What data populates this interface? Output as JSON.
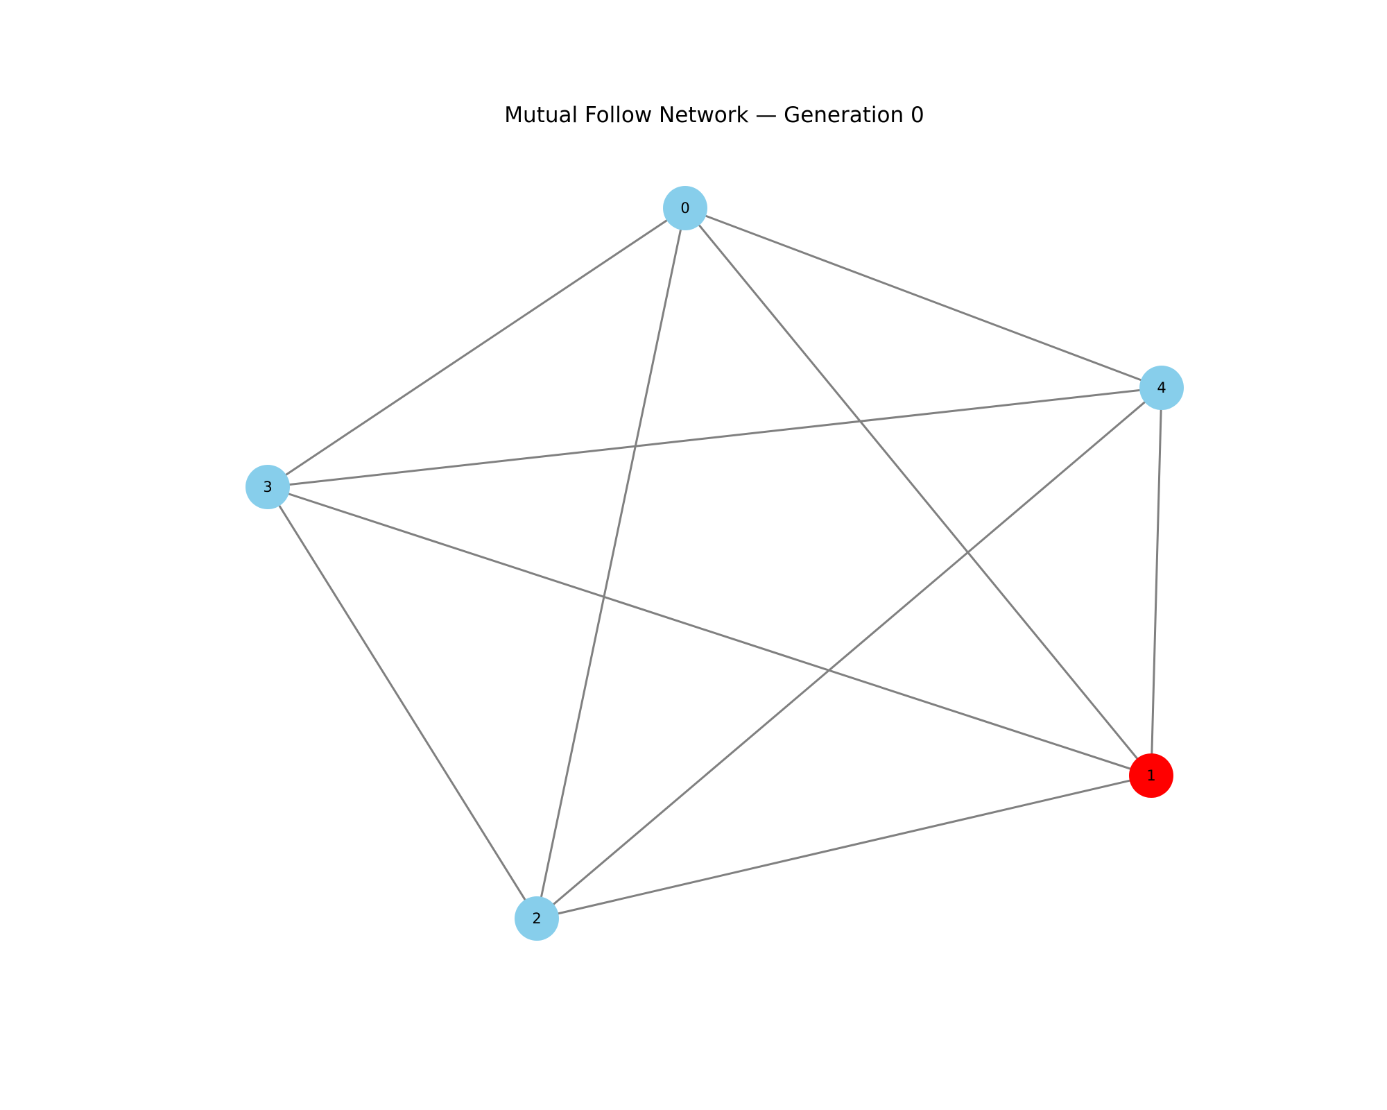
{
  "title": "Mutual Follow Network — Generation 0",
  "colors": {
    "default_node": "#87ceeb",
    "highlight_node": "#ff0000",
    "edge": "#808080",
    "background": "#ffffff"
  },
  "nodes": [
    {
      "id": "0",
      "label": "0",
      "highlighted": false
    },
    {
      "id": "1",
      "label": "1",
      "highlighted": true
    },
    {
      "id": "2",
      "label": "2",
      "highlighted": false
    },
    {
      "id": "3",
      "label": "3",
      "highlighted": false
    },
    {
      "id": "4",
      "label": "4",
      "highlighted": false
    }
  ],
  "edges": [
    {
      "source": "0",
      "target": "3"
    },
    {
      "source": "0",
      "target": "2"
    },
    {
      "source": "0",
      "target": "1"
    },
    {
      "source": "0",
      "target": "4"
    },
    {
      "source": "3",
      "target": "4"
    },
    {
      "source": "3",
      "target": "1"
    },
    {
      "source": "3",
      "target": "2"
    },
    {
      "source": "4",
      "target": "2"
    },
    {
      "source": "4",
      "target": "1"
    },
    {
      "source": "2",
      "target": "1"
    }
  ]
}
